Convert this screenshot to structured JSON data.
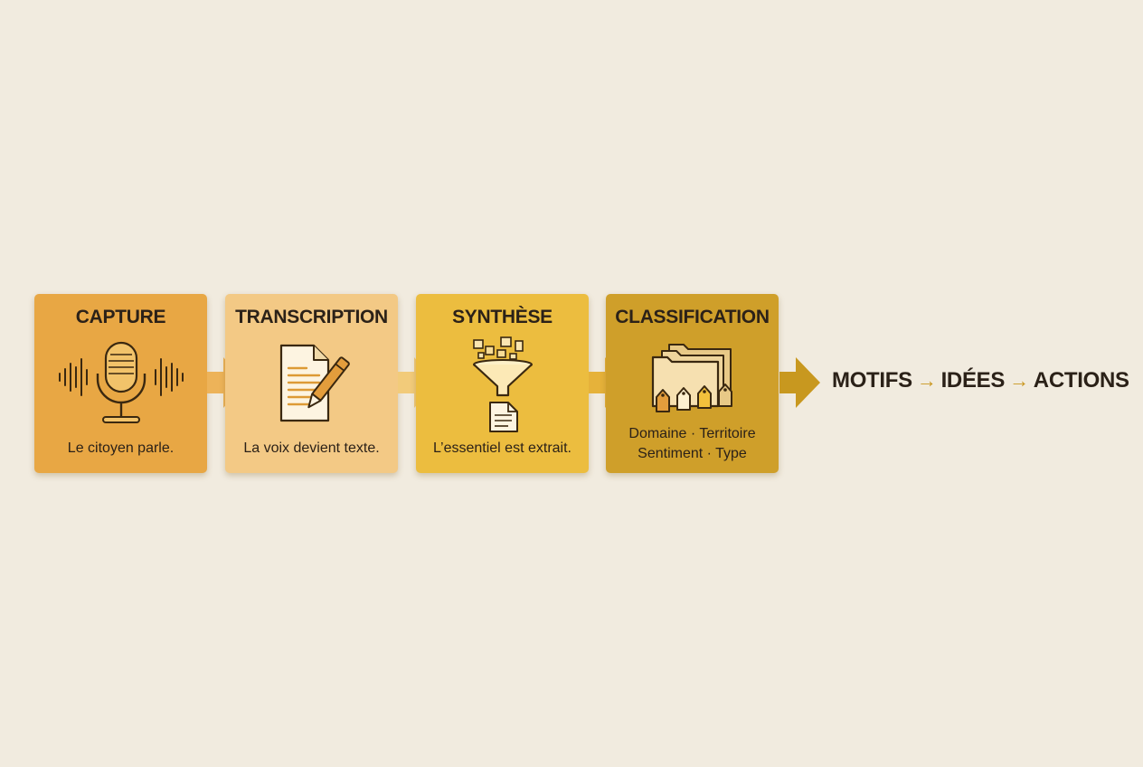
{
  "steps": [
    {
      "title": "CAPTURE",
      "description": "Le citoyen parle.",
      "icon": "microphone-icon",
      "color": "#e8a744"
    },
    {
      "title": "TRANSCRIPTION",
      "description": "La voix devient texte.",
      "icon": "document-pen-icon",
      "color": "#f3c985"
    },
    {
      "title": "SYNTHÈSE",
      "description": "L’essentiel est extrait.",
      "icon": "funnel-icon",
      "color": "#ecbd3f"
    },
    {
      "title": "CLASSIFICATION",
      "description_lines": [
        "Domaine · Territoire",
        "Sentiment · Type"
      ],
      "icon": "folders-tags-icon",
      "color": "#cf9f2a"
    }
  ],
  "outcomes": [
    "MOTIFS",
    "IDÉES",
    "ACTIONS"
  ],
  "colors": {
    "background": "#f1ebdf",
    "text": "#2b2118",
    "outcome_arrow": "#c9961f"
  }
}
